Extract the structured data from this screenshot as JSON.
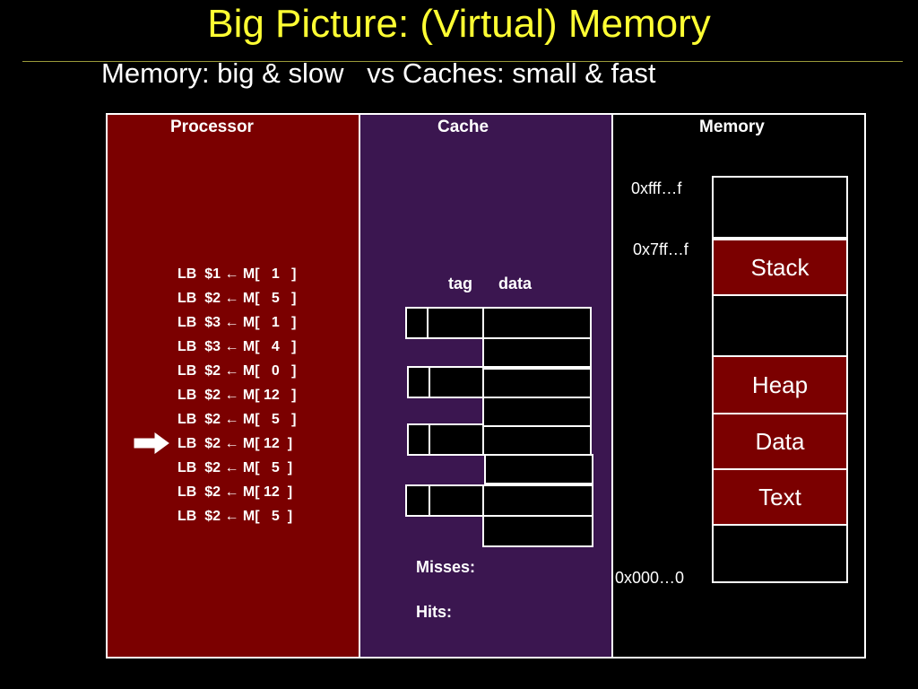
{
  "title": "Big Picture: (Virtual) Memory",
  "subtitle": "Memory: big & slow   vs Caches: small & fast",
  "processor": {
    "label": "Processor",
    "instructions": [
      "LB  $1 ← M[   1   ]",
      "LB  $2 ← M[   5   ]",
      "LB  $3 ← M[   1   ]",
      "LB  $3 ← M[   4   ]",
      "LB  $2 ← M[   0   ]",
      "LB  $2 ← M[ 12   ]",
      "LB  $2 ← M[   5   ]",
      "LB  $2 ← M[ 12  ]",
      "LB  $2 ← M[   5  ]",
      "LB  $2 ← M[ 12  ]",
      "LB  $2 ← M[   5  ]"
    ],
    "current_instruction_index": 7
  },
  "cache": {
    "label": "Cache",
    "tag_label": "tag",
    "data_label": "data",
    "misses_label": "Misses:",
    "hits_label": "Hits:"
  },
  "memory": {
    "label": "Memory",
    "address_top": "0xfff…f",
    "address_stack": "0x7ff…f",
    "address_bottom": "0x000…0",
    "segments": [
      "Stack",
      "Heap",
      "Data",
      "Text"
    ]
  },
  "colors": {
    "title": "#ffff33",
    "processor_bg": "#7b0000",
    "cache_bg": "#3b1650",
    "memory_bg": "#000000",
    "segment_fill": "#7b0000"
  }
}
